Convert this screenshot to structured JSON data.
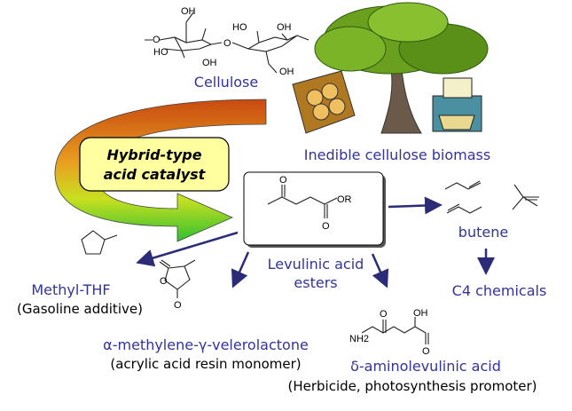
{
  "title_nodes": {
    "cellulose": "Cellulose",
    "biomass": "Inedible cellulose biomass",
    "catalyst_line1": "Hybrid-type",
    "catalyst_line2": "acid catalyst",
    "center_line1": "Levulinic acid",
    "center_line2": "esters",
    "butene": "butene",
    "c4": "C4 chemicals",
    "mthf": "Methyl-THF",
    "mthf_use": "(Gasoline additive)",
    "lactone": "α-methylene-γ-velerolactone",
    "lactone_use": "(acrylic acid resin monomer)",
    "ala": "δ-aminolevulinic acid",
    "ala_use": "(Herbicide, photosynthesis promoter)"
  },
  "chem_labels": {
    "oh": "OH",
    "ho": "HO",
    "o": "O",
    "or": "OR",
    "nh2": "NH2"
  },
  "colors": {
    "label": "#33339a",
    "arrow": "#2b2b78",
    "catalyst_box": "#ffffa0"
  }
}
